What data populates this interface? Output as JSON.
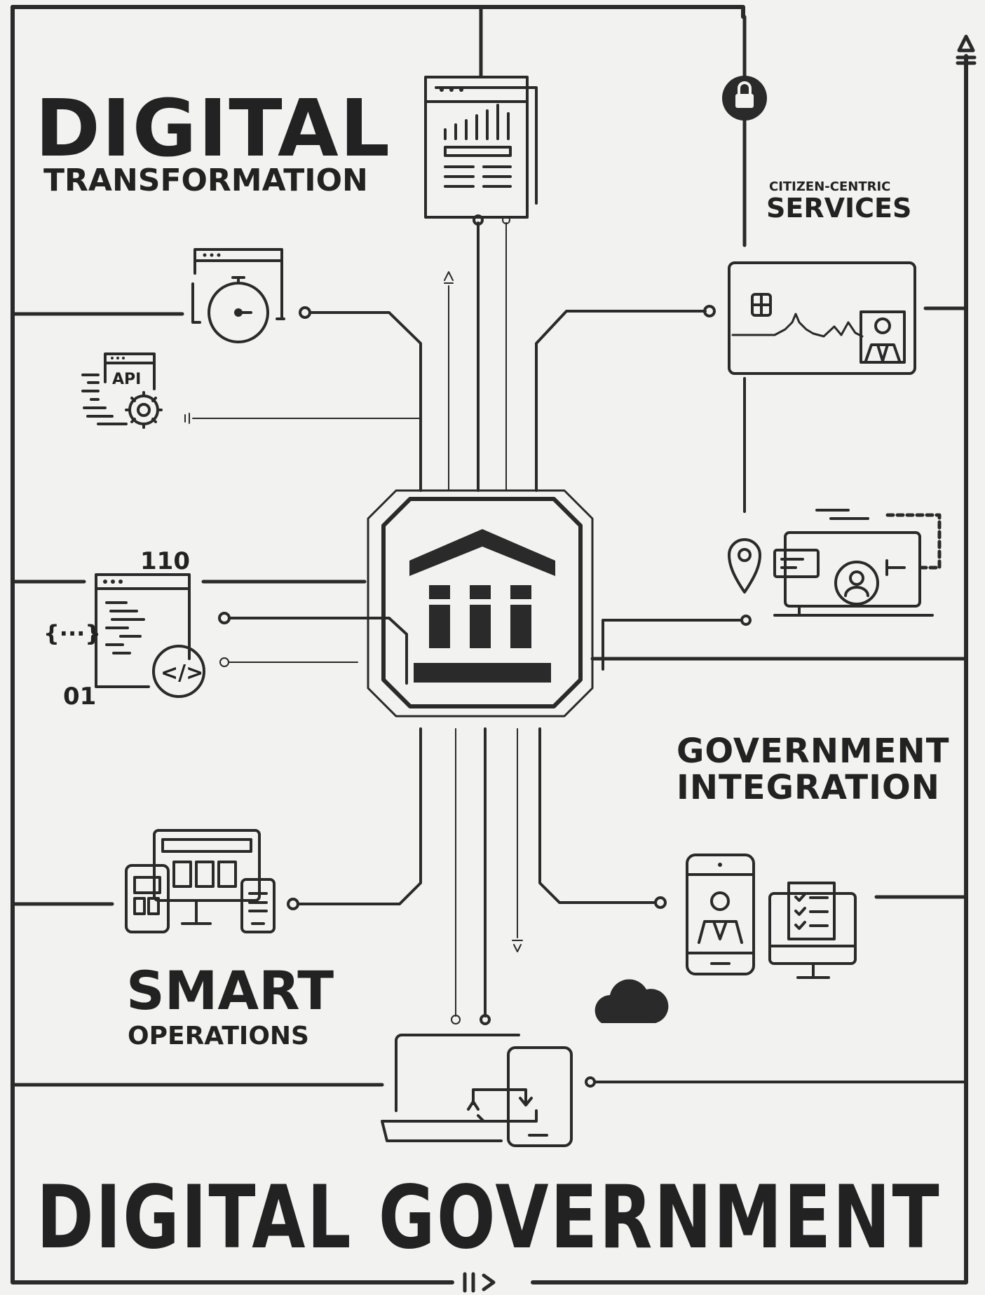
{
  "headings": {
    "transformation_big": "DIGITAL",
    "transformation_small": "TRANSFORMATION",
    "citizen_small": "CITIZEN-CENTRIC",
    "citizen_big": "SERVICES",
    "integration_line1": "GOVERNMENT",
    "integration_line2": "INTEGRATION",
    "smart_big": "SMART",
    "smart_small": "OPERATIONS",
    "footer": "DIGITAL GOVERNMENT"
  },
  "icon_labels": {
    "api": "API",
    "binary_top": "110",
    "binary_bottom": "01",
    "brackets": "{···}",
    "code": "</>"
  },
  "colors": {
    "background": "#f2f2f0",
    "ink": "#2a2a2a"
  },
  "icons": [
    "report-window-icon",
    "lock-icon",
    "timer-window-icon",
    "id-card-icon",
    "api-gear-icon",
    "government-building-icon",
    "location-pin-icon",
    "camera-laptop-icon",
    "code-window-icon",
    "devices-icon",
    "mobile-profile-icon",
    "checklist-monitor-icon",
    "cloud-icon",
    "sync-laptop-icon"
  ]
}
